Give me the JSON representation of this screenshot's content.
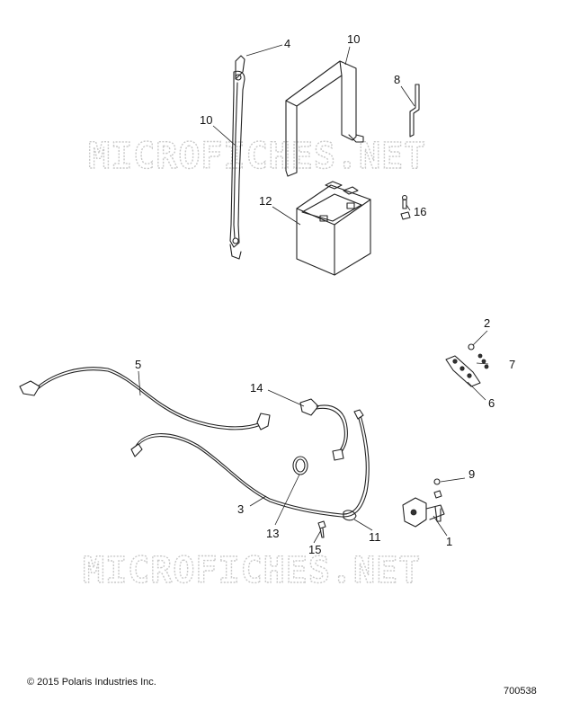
{
  "watermarks": [
    "MICROFICHES.NET",
    "MICROFICHES.NET"
  ],
  "callouts": {
    "c1": "1",
    "c2": "2",
    "c3": "3",
    "c4": "4",
    "c5": "5",
    "c6": "6",
    "c7": "7",
    "c8": "8",
    "c9": "9",
    "c10a": "10",
    "c10b": "10",
    "c11": "11",
    "c12": "12",
    "c13": "13",
    "c14": "14",
    "c15": "15",
    "c16": "16"
  },
  "footer": {
    "copyright": "© 2015 Polaris Industries Inc.",
    "document_number": "700538"
  }
}
